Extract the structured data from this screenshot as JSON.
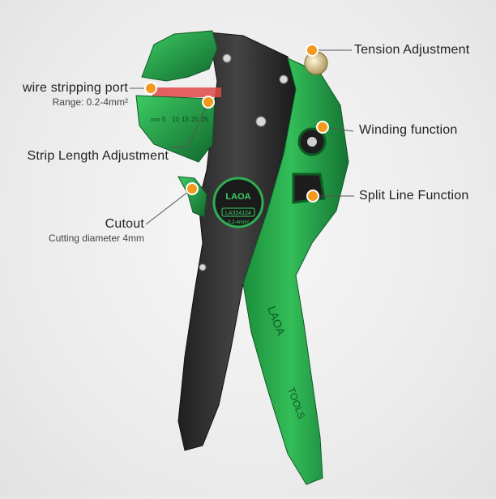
{
  "image": {
    "subject": "green-and-black automatic wire stripper pliers with callouts",
    "colors": {
      "background": "#ececec",
      "body_green": "#27a84a",
      "body_green_dark": "#137a30",
      "jaw_black": "#2d2d2d",
      "callout_dot": "#f39a1e",
      "leader_line": "#555555",
      "scale_red": "#e03a3a"
    }
  },
  "callouts": {
    "tension": {
      "label": "Tension Adjustment"
    },
    "winding": {
      "label": "Winding function"
    },
    "split": {
      "label": "Split Line Function"
    },
    "port": {
      "label": "wire stripping port",
      "sub": "Range: 0.2-4mm²"
    },
    "strip_length": {
      "label": "Strip Length Adjustment"
    },
    "cutout": {
      "label": "Cutout",
      "sub": "Cutting diameter 4mm"
    }
  },
  "tool_markings": {
    "brand": "LAOA",
    "model": "LA324124",
    "range": "0.2-4mm²",
    "scale_unit": "mm",
    "scale_numbers": [
      "5",
      "10",
      "15",
      "20",
      "25"
    ],
    "handle_brand": "LAOA",
    "handle_text": "TOOLS"
  }
}
